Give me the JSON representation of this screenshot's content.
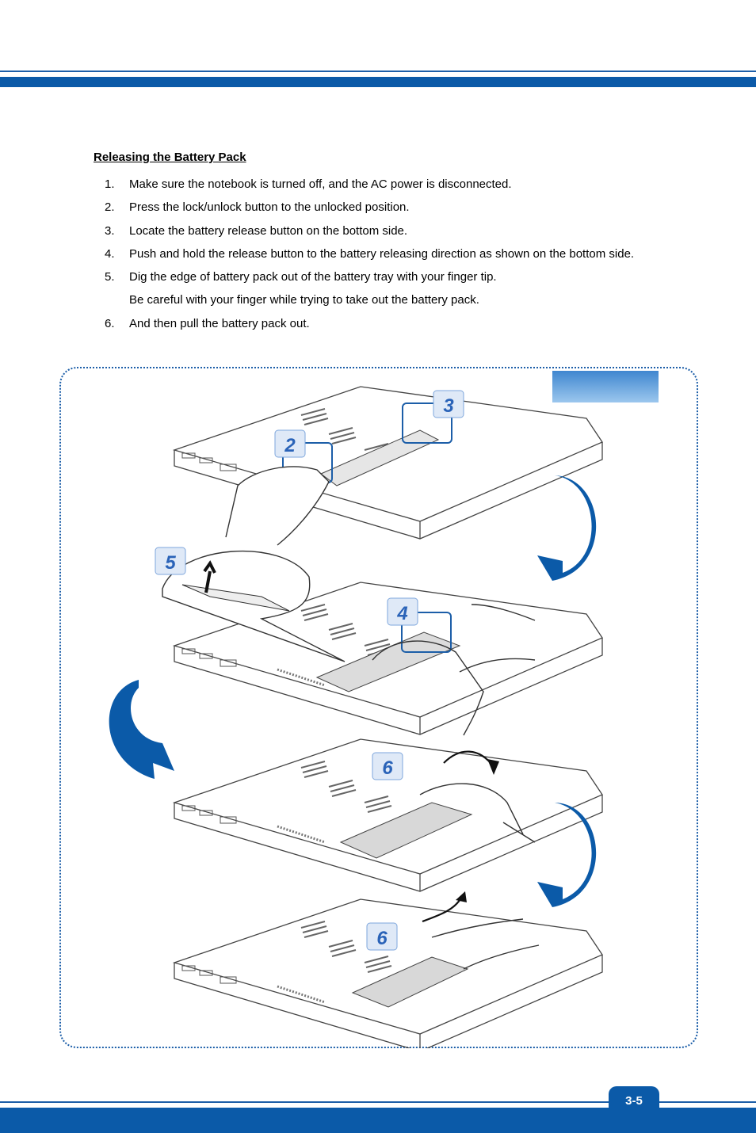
{
  "section": {
    "title": "Releasing the Battery Pack"
  },
  "steps": [
    {
      "num": "1.",
      "text": "Make sure the notebook is turned off, and the AC power is disconnected."
    },
    {
      "num": "2.",
      "text": "Press the lock/unlock button to the unlocked position."
    },
    {
      "num": "3.",
      "text": "Locate the battery release button on the bottom side."
    },
    {
      "num": "4.",
      "text": "Push and hold the release button to the battery releasing direction as shown on the bottom side."
    },
    {
      "num": "5.",
      "text": "Dig the edge of battery pack out of the battery tray with your finger tip.",
      "note": "Be careful with your finger while trying to take out the battery pack."
    },
    {
      "num": "6.",
      "text": "And then pull the battery pack out."
    }
  ],
  "figure": {
    "badges": [
      "3",
      "2",
      "5",
      "4",
      "6",
      "6"
    ]
  },
  "footer": {
    "page_number": "3-5"
  },
  "colors": {
    "brand_blue": "#0b5aa8",
    "badge_fill": "#dfe9f7",
    "badge_text": "#2a63b8"
  }
}
